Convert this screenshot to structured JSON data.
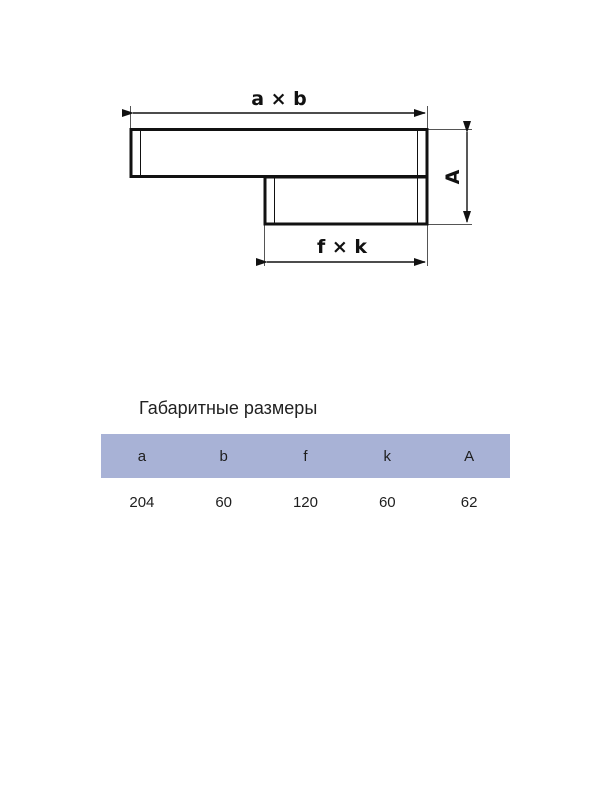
{
  "diagram": {
    "top_dimension_label": "a × b",
    "bottom_dimension_label": "f × k",
    "height_dimension_label": "A"
  },
  "section_title": "Габаритные размеры",
  "table": {
    "header_color": "#a8b2d6",
    "columns": [
      "a",
      "b",
      "f",
      "k",
      "A"
    ],
    "rows": [
      [
        "204",
        "60",
        "120",
        "60",
        "62"
      ]
    ]
  }
}
